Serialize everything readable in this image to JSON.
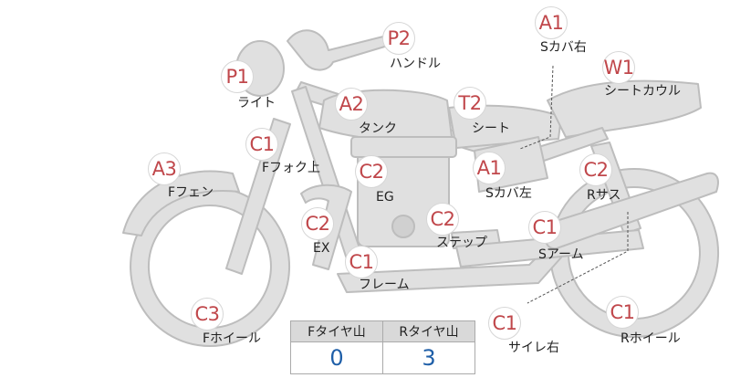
{
  "colors": {
    "badge_text": "#c0474b",
    "bike_fill": "#e0e0e0",
    "bike_stroke": "#bdbdbd",
    "tyre_value": "#1f5fa8",
    "table_header": "#d9d9d9"
  },
  "parts": [
    {
      "id": "p2-handle",
      "grade": "P2",
      "label": "ハンドル"
    },
    {
      "id": "a1-side-cover-right",
      "grade": "A1",
      "label": "Sカバ右"
    },
    {
      "id": "w1-seat-cowl",
      "grade": "W1",
      "label": "シートカウル"
    },
    {
      "id": "p1-light",
      "grade": "P1",
      "label": "ライト"
    },
    {
      "id": "a2-tank",
      "grade": "A2",
      "label": "タンク"
    },
    {
      "id": "t2-seat",
      "grade": "T2",
      "label": "シート"
    },
    {
      "id": "c1-front-fork",
      "grade": "C1",
      "label": "Fフォク上"
    },
    {
      "id": "a3-front-fender",
      "grade": "A3",
      "label": "Fフェン"
    },
    {
      "id": "c2-engine",
      "grade": "C2",
      "label": "EG"
    },
    {
      "id": "a1-side-cover-left",
      "grade": "A1",
      "label": "Sカバ左"
    },
    {
      "id": "c2-rear-suspension",
      "grade": "C2",
      "label": "Rサス"
    },
    {
      "id": "c2-exhaust",
      "grade": "C2",
      "label": "EX"
    },
    {
      "id": "c2-step",
      "grade": "C2",
      "label": "ステップ"
    },
    {
      "id": "c1-swingarm",
      "grade": "C1",
      "label": "Sアーム"
    },
    {
      "id": "c1-frame",
      "grade": "C1",
      "label": "フレーム"
    },
    {
      "id": "c3-front-wheel",
      "grade": "C3",
      "label": "Fホイール"
    },
    {
      "id": "c1-muffler-right",
      "grade": "C1",
      "label": "サイレ右"
    },
    {
      "id": "c1-rear-wheel",
      "grade": "C1",
      "label": "Rホイール"
    }
  ],
  "tyre_table": {
    "front_header": "Fタイヤ山",
    "rear_header": "Rタイヤ山",
    "front_value": "0",
    "rear_value": "3"
  }
}
